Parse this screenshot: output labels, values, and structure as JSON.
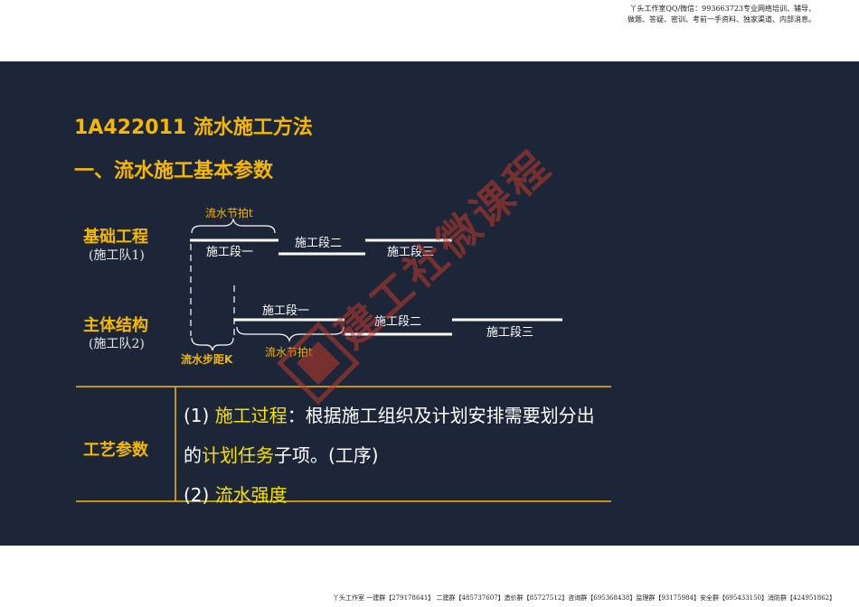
{
  "header_note": {
    "line1": "丫头工作室QQ/微信：993663723专业网络培训、辅导、",
    "line2": "做题、答疑、密训、考前一手资料、独家渠道、内部消息。"
  },
  "footer_note": "丫头工作室  一建群【279178641】 二建群【485737607】造价群【85727512】咨询群【695368438】监理群【93175984】安全群【695433150】消防群【424951862】",
  "slide": {
    "title1": "1A422011 流水施工方法",
    "title2": "一、流水施工基本参数",
    "rows": [
      {
        "label": "基础工程",
        "sub": "(施工队1)",
        "segments": [
          "施工段一",
          "施工段二",
          "施工段三"
        ]
      },
      {
        "label": "主体结构",
        "sub": "(施工队2)",
        "segments": [
          "施工段一",
          "施工段二",
          "施工段三"
        ]
      }
    ],
    "beat_label_top": "流水节拍t",
    "beat_label_bottom": "流水节拍t",
    "step_label": "流水步距K",
    "param": {
      "label": "工艺参数",
      "item1_prefix": "(1) ",
      "item1_term": "施工过程",
      "item1_rest": "：根据施工组织及计划安排需要划分出的",
      "item1_term2": "计划任务",
      "item1_end": "子项。(工序)",
      "item2_prefix": "(2) ",
      "item2_term": "流水强度"
    },
    "watermark_text": "建工社微课程"
  },
  "colors": {
    "background": "#1d2638",
    "accent": "#f5b800",
    "highlight": "#f5e200",
    "text": "#ffffff",
    "watermark": "#c0392b"
  }
}
